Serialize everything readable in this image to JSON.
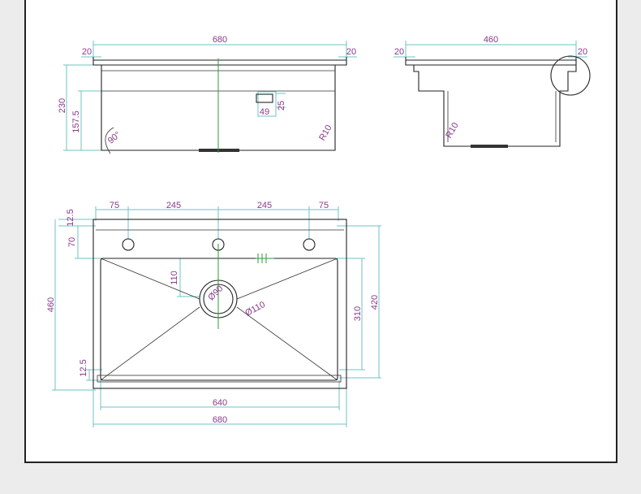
{
  "front_view": {
    "width": "680",
    "flange_left": "20",
    "flange_right": "20",
    "height": "230",
    "depth": "157.5",
    "angle": "90°",
    "radius": "R10",
    "overflow_width": "49",
    "overflow_height": "25"
  },
  "side_view": {
    "depth": "460",
    "flange_left": "20",
    "flange_right": "20",
    "radius": "R10"
  },
  "top_view": {
    "hole_spacing_outer_left": "75",
    "hole_spacing_mid_left": "245",
    "hole_spacing_mid_right": "245",
    "hole_spacing_outer_right": "75",
    "top_margin": "12.5",
    "deck_depth": "70",
    "total_depth": "460",
    "drain_offset": "110",
    "drain_inner": "Ø90",
    "drain_outer": "Ø110",
    "bowl_depth": "310",
    "inner_depth": "420",
    "bottom_margin": "12.5",
    "inner_width": "640",
    "outer_width": "680"
  },
  "colors": {
    "dimension_text": "#8a3a8a",
    "dimension_line": "#6fc3c3",
    "outline": "#222222",
    "centerline": "#2e9a3a"
  }
}
